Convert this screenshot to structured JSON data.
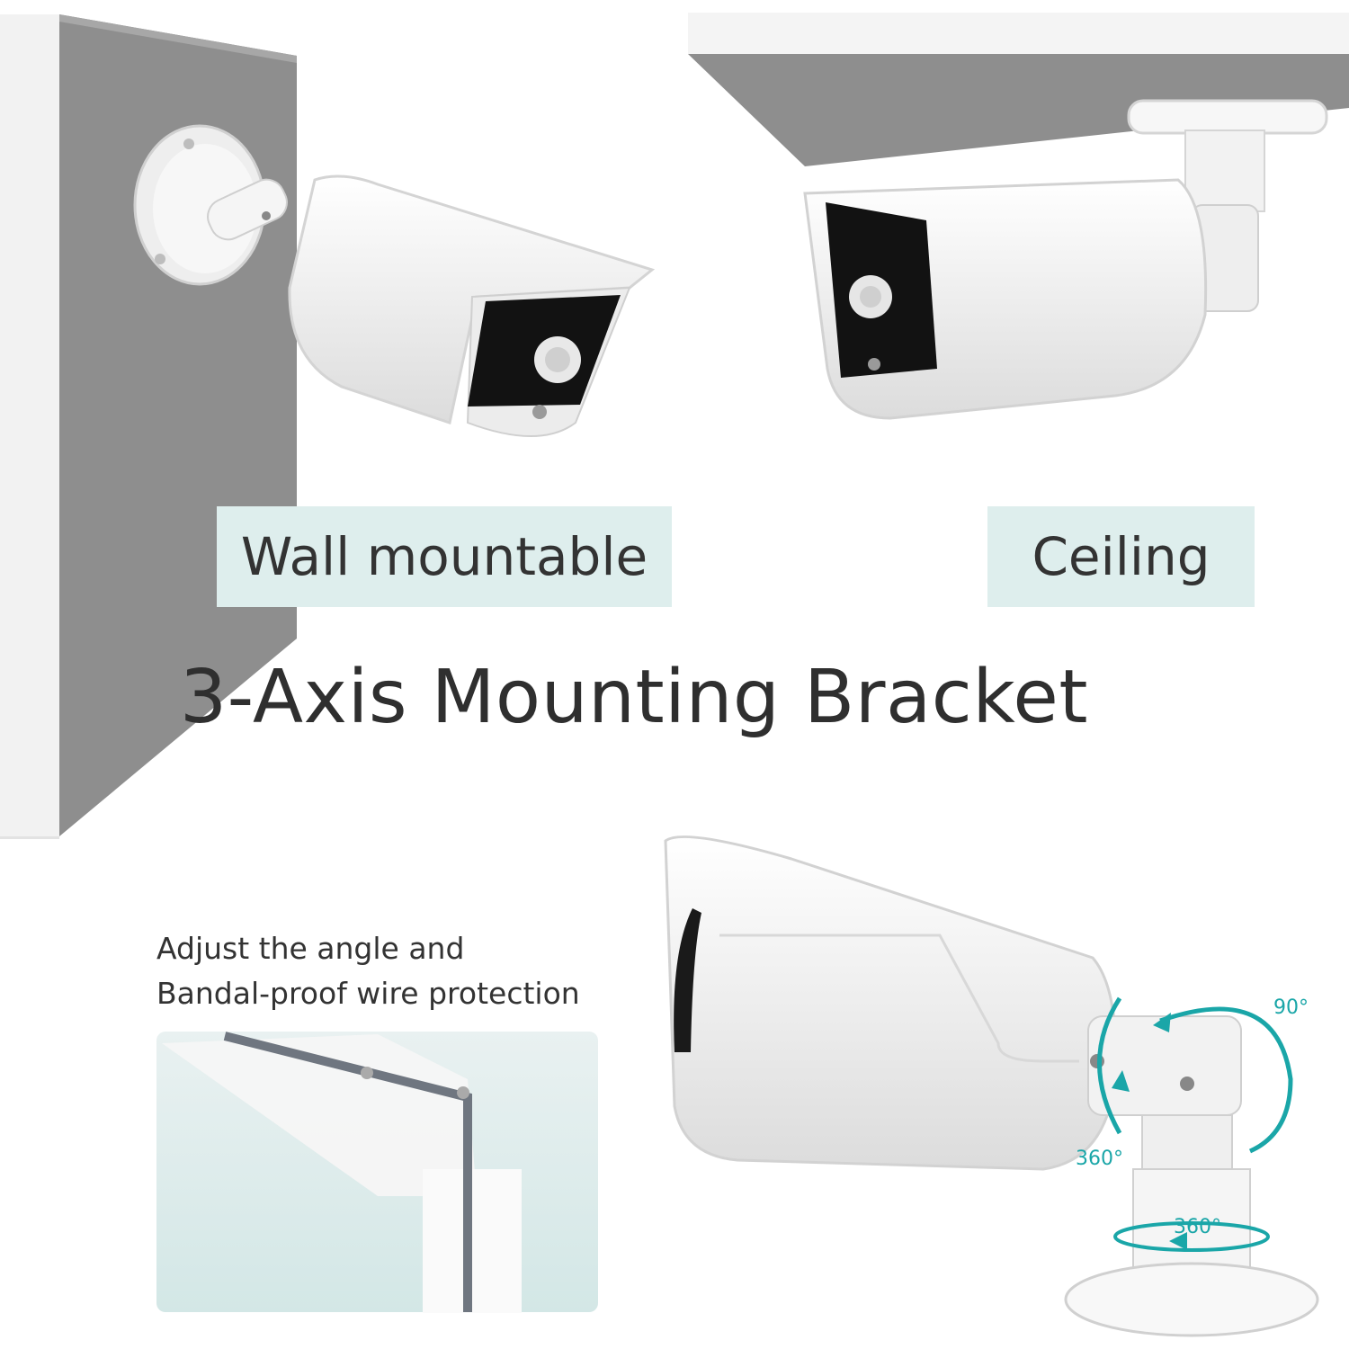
{
  "labels": {
    "wall": "Wall mountable",
    "ceiling": "Ceiling",
    "headline": "3-Axis Mounting Bracket",
    "adjust_line1": "Adjust the angle and",
    "adjust_line2": "Bandal-proof wire protection"
  },
  "rotation": {
    "tilt": "90°",
    "pan": "360°",
    "base": "360°"
  },
  "colors": {
    "label_bg": "#deeeed",
    "accent": "#1aa6a8",
    "wall": "#8e8e8e"
  }
}
